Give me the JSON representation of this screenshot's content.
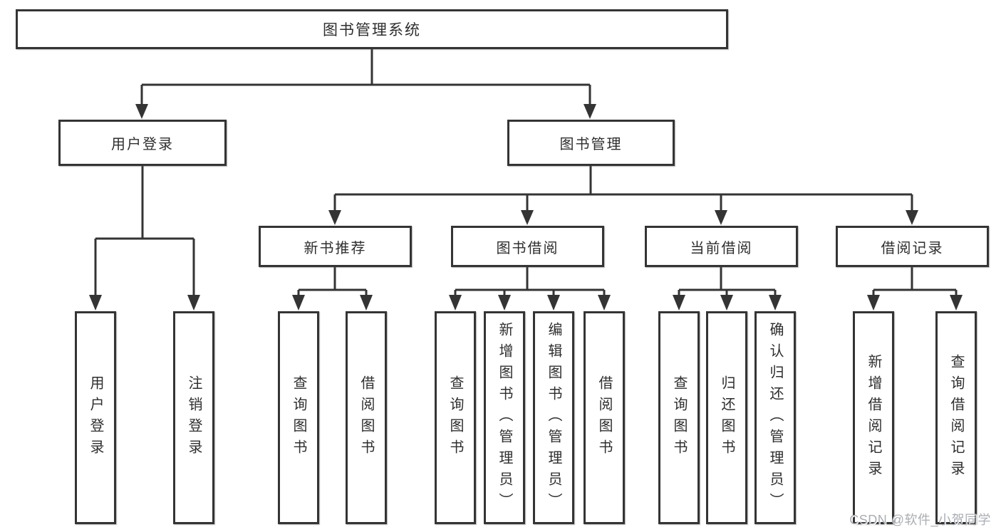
{
  "diagram": {
    "type": "hierarchy-tree",
    "colors": {
      "line": "#343434",
      "box_border": "#343434",
      "box_fill": "#ffffff",
      "text": "#2e2e2e",
      "watermark": "#a9aeb3",
      "background": "#ffffff"
    },
    "root": {
      "id": "library-management-system",
      "label": "图书管理系统"
    },
    "level2": [
      {
        "id": "user-login",
        "label": "用户登录"
      },
      {
        "id": "book-management",
        "label": "图书管理"
      }
    ],
    "level3": [
      {
        "id": "new-book-recommend",
        "label": "新书推荐",
        "parent": "book-management"
      },
      {
        "id": "book-borrowing",
        "label": "图书借阅",
        "parent": "book-management"
      },
      {
        "id": "current-borrowing",
        "label": "当前借阅",
        "parent": "book-management"
      },
      {
        "id": "borrowing-records",
        "label": "借阅记录",
        "parent": "book-management"
      }
    ],
    "leaves": [
      {
        "id": "user-login-leaf",
        "label": "用户登录",
        "parent": "user-login"
      },
      {
        "id": "logout",
        "label": "注销登录",
        "parent": "user-login"
      },
      {
        "id": "query-books-recommend",
        "label": "查询图书",
        "parent": "new-book-recommend"
      },
      {
        "id": "borrow-books-recommend",
        "label": "借阅图书",
        "parent": "new-book-recommend"
      },
      {
        "id": "query-books-borrowing",
        "label": "查询图书",
        "parent": "book-borrowing"
      },
      {
        "id": "add-books-admin",
        "label": "新增图书（管理员）",
        "parent": "book-borrowing"
      },
      {
        "id": "edit-books-admin",
        "label": "编辑图书（管理员）",
        "parent": "book-borrowing"
      },
      {
        "id": "borrow-books-borrowing",
        "label": "借阅图书",
        "parent": "book-borrowing"
      },
      {
        "id": "query-books-current",
        "label": "查询图书",
        "parent": "current-borrowing"
      },
      {
        "id": "return-books",
        "label": "归还图书",
        "parent": "current-borrowing"
      },
      {
        "id": "confirm-return-admin",
        "label": "确认归还（管理员）",
        "parent": "current-borrowing"
      },
      {
        "id": "add-borrow-record",
        "label": "新增借阅记录",
        "parent": "borrowing-records"
      },
      {
        "id": "query-borrow-record",
        "label": "查询借阅记录",
        "parent": "borrowing-records"
      }
    ],
    "watermark": "CSDN @软件_小贺同学"
  }
}
